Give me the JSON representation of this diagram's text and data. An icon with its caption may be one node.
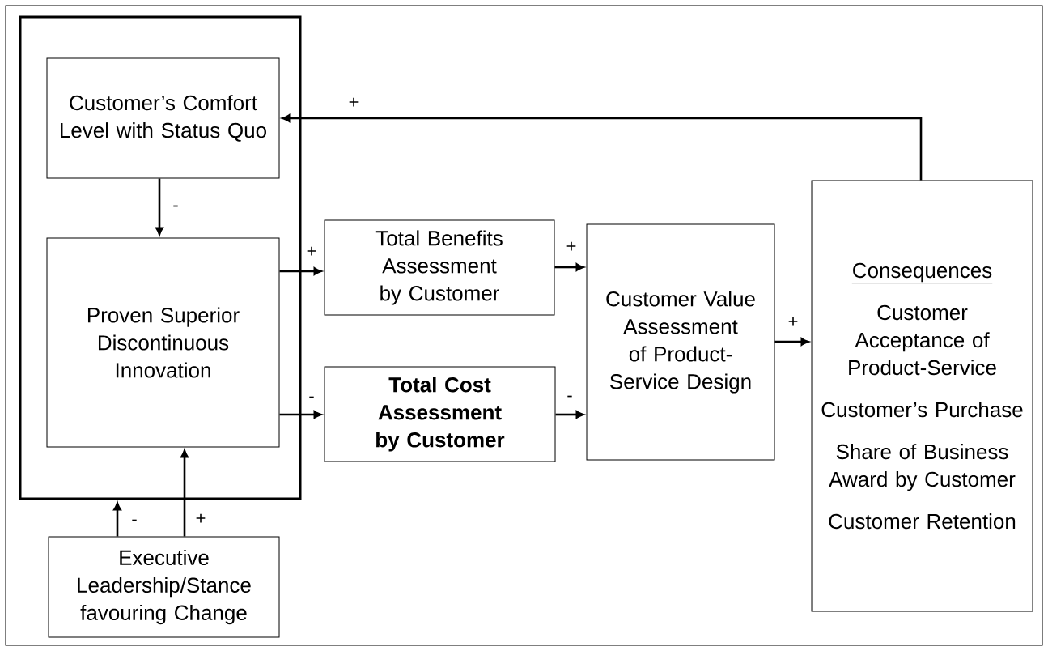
{
  "diagram": {
    "nodes": [
      {
        "text": [],
        "shape": "box"
      },
      {
        "text": [
          "Customer’s Comfort Level with Status Quo"
        ],
        "in": 0
      },
      {
        "text": [
          "Proven Superior Discontinuous Innovation"
        ],
        "in": 0
      },
      {
        "text": [
          "Total Benefits Assessment by Customer"
        ]
      },
      {
        "text": [
          "Total Cost Assessment by Customer"
        ]
      },
      {
        "text": [
          "Customer Value Assessment of Product-Service Design"
        ]
      },
      {
        "text": [
          "Consequences",
          "Customer Acceptance of Product-Service",
          "Customer’s Purchase",
          "Share of Business Award by Customer",
          "Customer Retention"
        ]
      },
      {
        "text": [
          "Executive Leadership/Stance favouring Change"
        ]
      }
    ],
    "edges": [
      {
        "from": 1,
        "to": 2,
        "arrow": "to",
        "label": "-"
      },
      {
        "from": 2,
        "to": 3,
        "arrow": "to",
        "label": "+"
      },
      {
        "from": 2,
        "to": 4,
        "arrow": "to",
        "label": "-"
      },
      {
        "from": 3,
        "to": 5,
        "arrow": "to",
        "label": "+"
      },
      {
        "from": 4,
        "to": 5,
        "arrow": "to",
        "label": "-"
      },
      {
        "from": 5,
        "to": 6,
        "arrow": "to",
        "label": "+"
      },
      {
        "from": 6,
        "to": 1,
        "arrow": "to",
        "label": "+"
      },
      {
        "from": 7,
        "to": 0,
        "arrow": "to",
        "label": "-"
      },
      {
        "from": 7,
        "to": 2,
        "arrow": "to",
        "label": "+"
      }
    ]
  }
}
